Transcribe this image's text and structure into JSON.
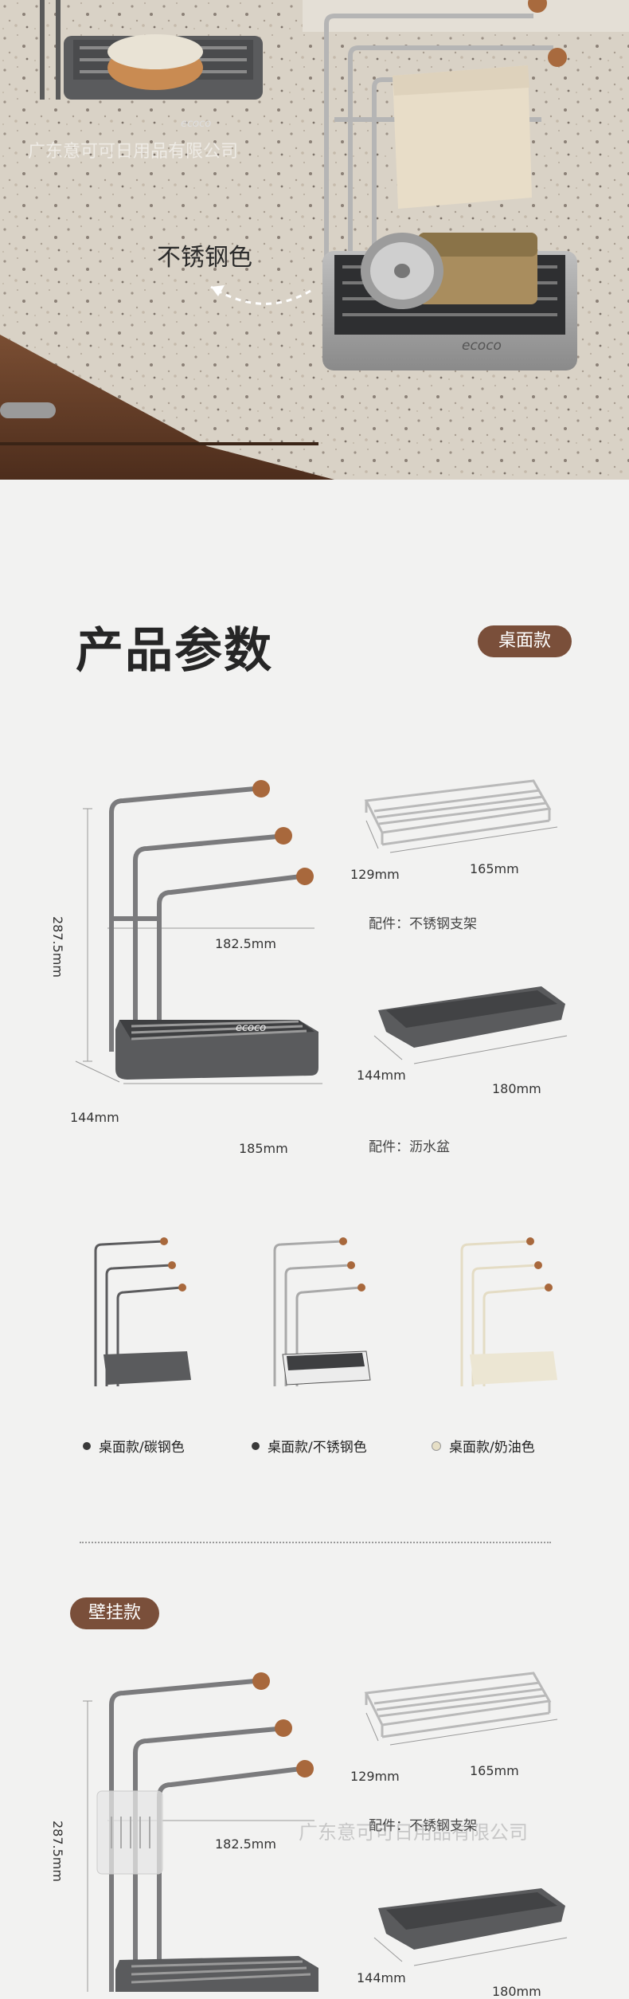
{
  "watermark": "广东意可可日用品有限公司",
  "hero": {
    "color_label": "不锈钢色",
    "brand": "ecoco"
  },
  "params": {
    "title": "产品参数",
    "desktop_tag": "桌面款",
    "wall_tag": "壁挂款"
  },
  "desktop_dims": {
    "height": "287.5mm",
    "rod_width": "182.5mm",
    "depth": "144mm",
    "width": "185mm"
  },
  "rack_part": {
    "depth": "129mm",
    "width": "165mm",
    "caption": "配件：不锈钢支架"
  },
  "tray_part": {
    "depth": "144mm",
    "width": "180mm",
    "caption": "配件：沥水盆"
  },
  "variants": [
    {
      "label": "桌面款/碳钢色",
      "dot_color": "#3a3a3a"
    },
    {
      "label": "桌面款/不锈钢色",
      "dot_color": "#3a3a3a"
    },
    {
      "label": "桌面款/奶油色",
      "dot_color": "#e6dfc6"
    }
  ],
  "wall_dims": {
    "height": "287.5mm",
    "rod_width": "182.5mm",
    "rack_depth": "129mm",
    "rack_width": "165mm",
    "rack_caption": "配件：不锈钢支架",
    "tray_depth": "144mm",
    "tray_width": "180mm"
  },
  "colors": {
    "accent_brown": "#7a4f3a",
    "carbon": "#5a5a5c",
    "steel": "#c9c9c9",
    "cream": "#ece6d3"
  }
}
